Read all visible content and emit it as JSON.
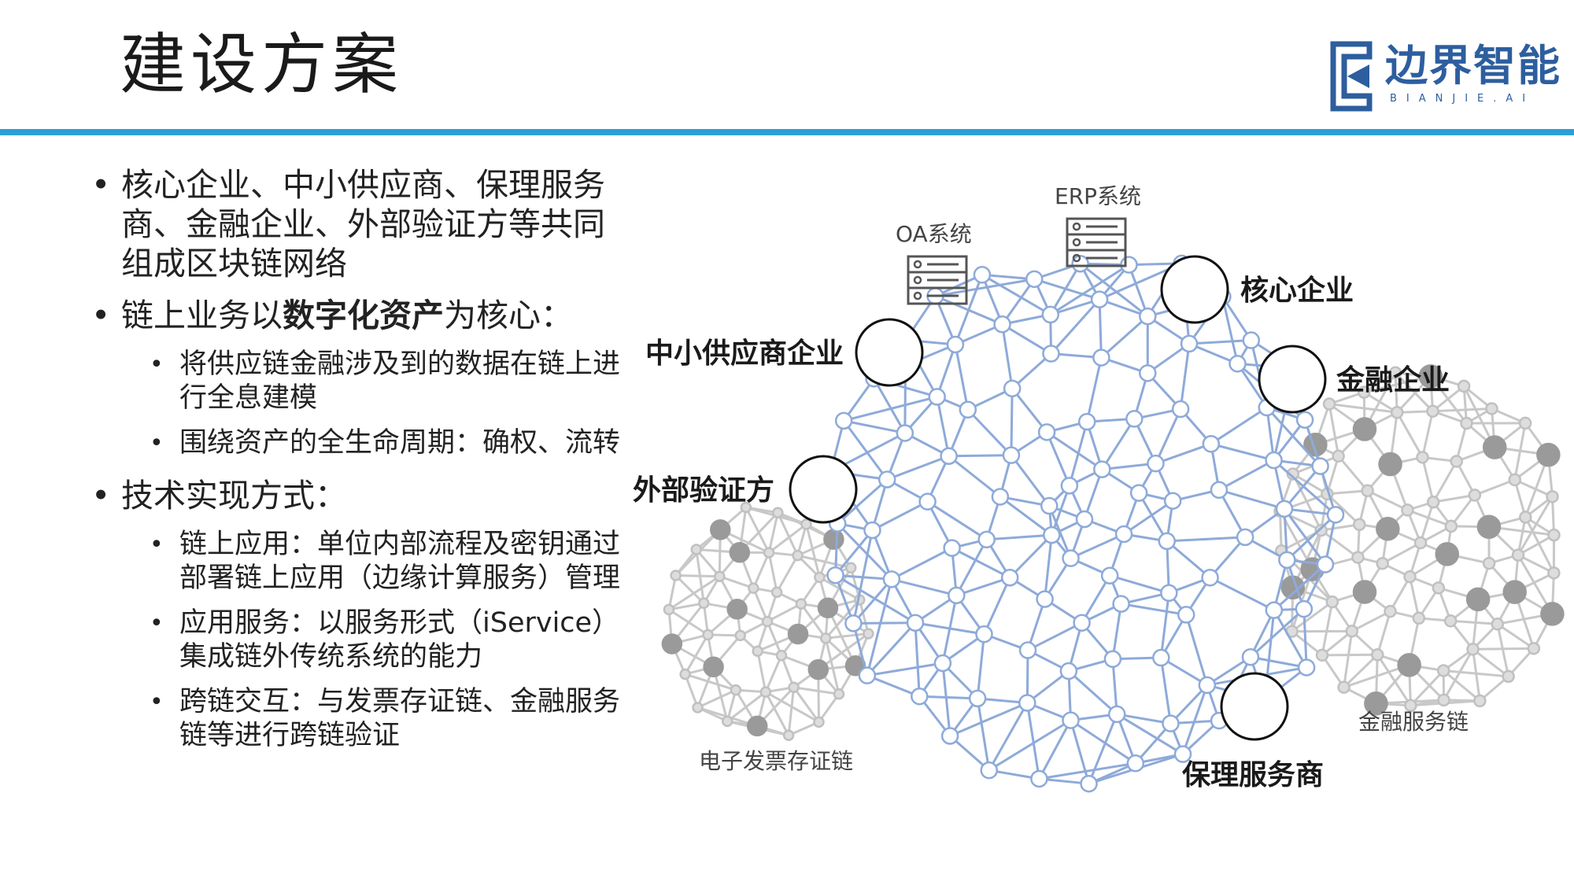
{
  "header": {
    "title": "建设方案",
    "logo_name": "边界智能",
    "logo_sub": "BIANJIE.AI",
    "accent_color": "#2c9fd9"
  },
  "bullets": {
    "b1": "核心企业、中小供应商、保理服务商、金融企业、外部验证方等共同组成区块链网络",
    "b2_pre": "链上业务以",
    "b2_bold": "数字化资产",
    "b2_post": "为核心：",
    "b2_sub1": "将供应链金融涉及到的数据在链上进行全息建模",
    "b2_sub2": "围绕资产的全生命周期：确权、流转",
    "b3": "技术实现方式：",
    "b3_sub1": "链上应用：单位内部流程及密钥通过部署链上应用（边缘计算服务）管理",
    "b3_sub2": "应用服务：以服务形式（iService）集成链外传统系统的能力",
    "b3_sub3": "跨链交互：与发票存证链、金融服务链等进行跨链验证"
  },
  "diagram": {
    "systems": {
      "oa": "OA系统",
      "erp": "ERP系统"
    },
    "nodes": {
      "core": "核心企业",
      "sme": "中小供应商企业",
      "finance": "金融企业",
      "verifier": "外部验证方",
      "factoring": "保理服务商"
    },
    "chains": {
      "invoice": "电子发票存证链",
      "finservice": "金融服务链"
    },
    "colors": {
      "main_net": "#8eaad9",
      "side_net": "#c8c8c8",
      "side_node": "#9a9a9a"
    }
  }
}
